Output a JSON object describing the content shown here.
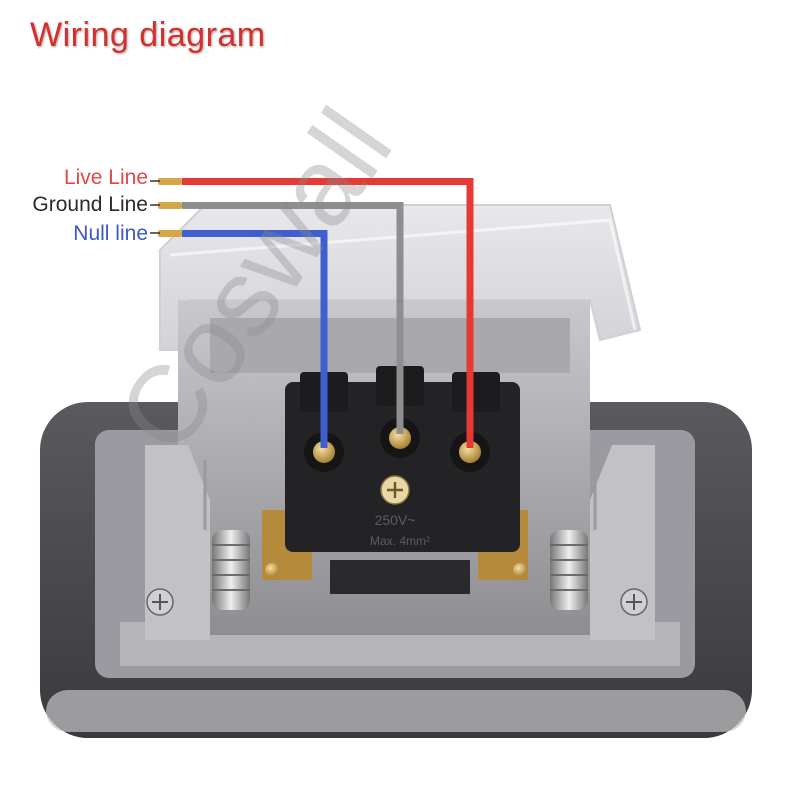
{
  "title": "Wiring diagram",
  "labels": {
    "live": "Live Line",
    "ground": "Ground Line",
    "null": "Null line"
  },
  "socket": {
    "rating": "250V~",
    "max_wire": "Max. 4mm²"
  },
  "watermark": "Coswall",
  "colors": {
    "title": "#d6302d",
    "live_wire": "#e53935",
    "ground_wire": "#8e8e8e",
    "null_wire": "#3f5fd0",
    "live_label": "#e04848",
    "ground_label": "#2b2b2b",
    "null_label": "#3a58c8"
  }
}
